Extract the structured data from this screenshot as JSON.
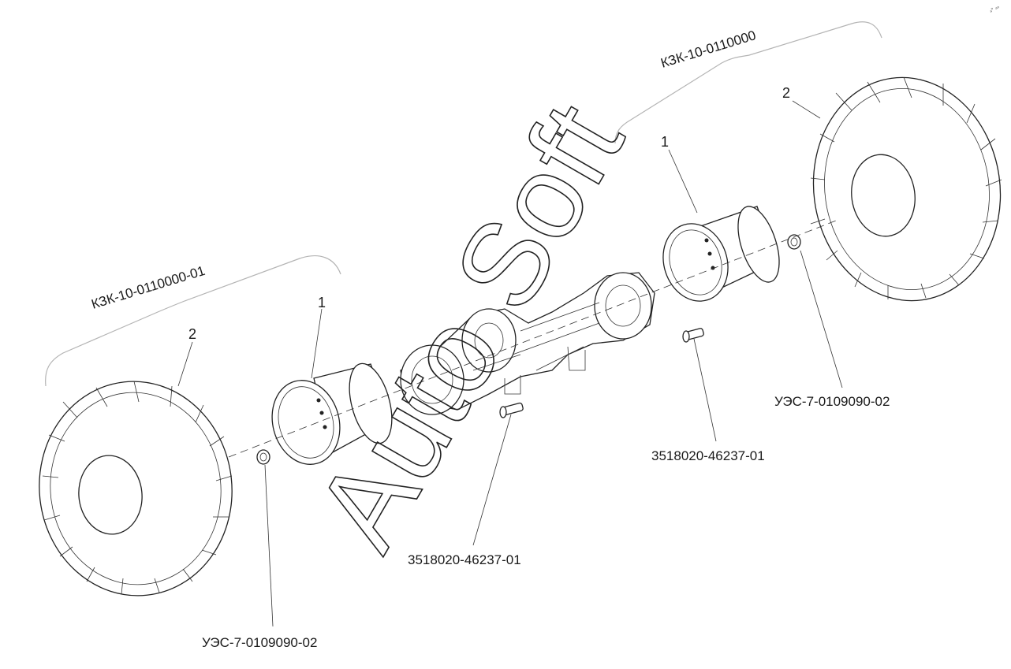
{
  "diagram": {
    "group_right": "КЗК-10-0110000",
    "group_left": "КЗК-10-0110000-01",
    "right_wheel": {
      "rim_callout": "1",
      "tyre_callout": "2",
      "nut_label": "УЭС-7-0109090-02",
      "bolt_label": "3518020-46237-01"
    },
    "left_wheel": {
      "rim_callout": "1",
      "tyre_callout": "2",
      "nut_label": "УЭС-7-0109090-02",
      "bolt_label": "3518020-46237-01"
    },
    "watermark": "Auto Soft",
    "corner_mark": "ₐᵒ ₐₒ"
  }
}
